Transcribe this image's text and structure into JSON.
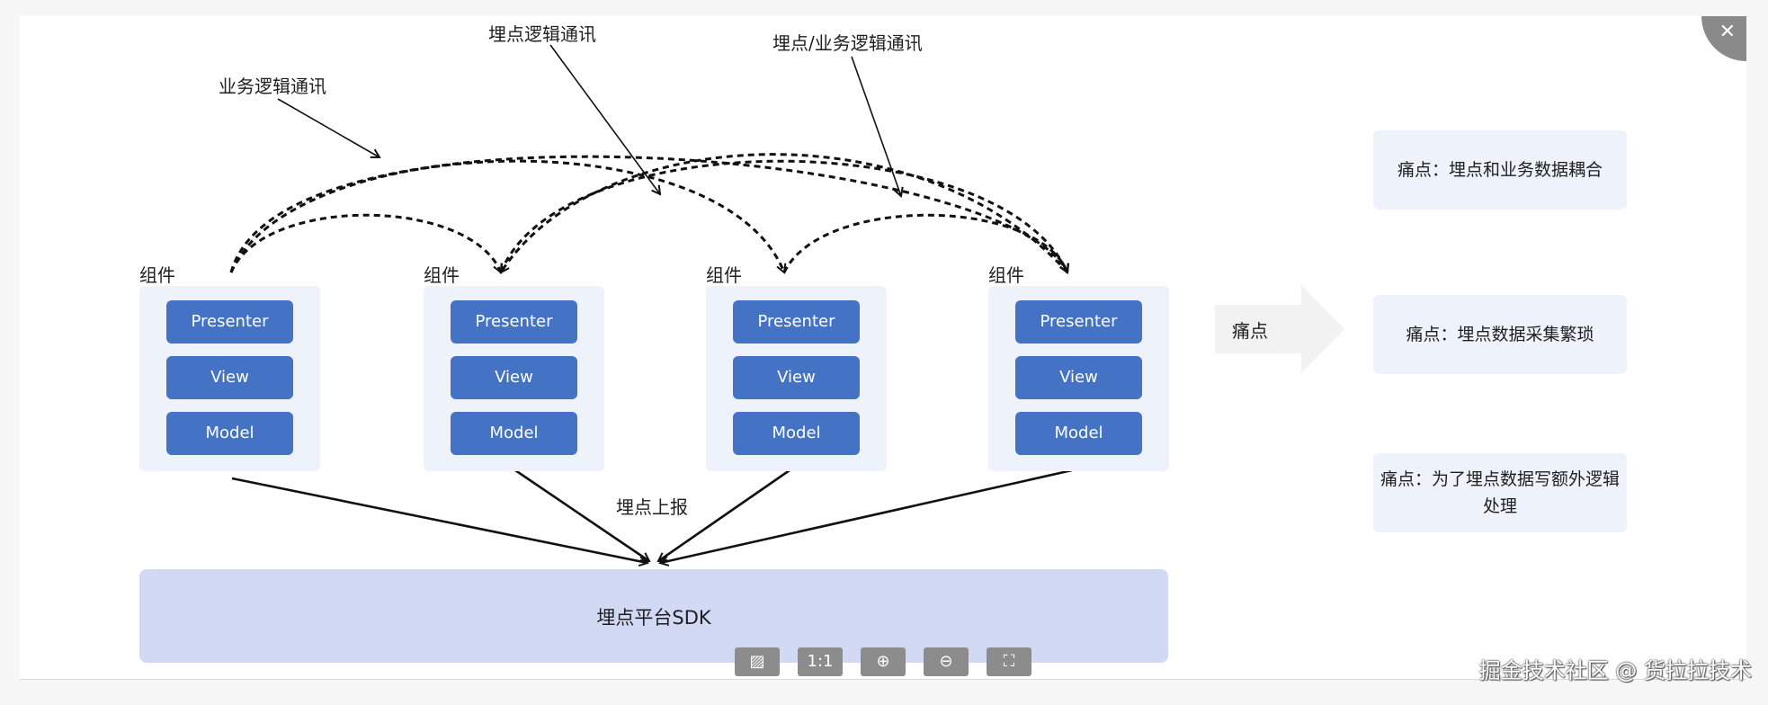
{
  "diagram": {
    "labels": {
      "business_logic_comm": "业务逻辑通讯",
      "tracking_logic_comm": "埋点逻辑通讯",
      "tracking_business_comm": "埋点/业务逻辑通讯",
      "tracking_report": "埋点上报"
    },
    "components": [
      {
        "title": "组件",
        "presenter": "Presenter",
        "view": "View",
        "model": "Model"
      },
      {
        "title": "组件",
        "presenter": "Presenter",
        "view": "View",
        "model": "Model"
      },
      {
        "title": "组件",
        "presenter": "Presenter",
        "view": "View",
        "model": "Model"
      },
      {
        "title": "组件",
        "presenter": "Presenter",
        "view": "View",
        "model": "Model"
      }
    ],
    "sdk": "埋点平台SDK",
    "pain_arrow": "痛点",
    "pain_points": [
      "痛点：埋点和业务数据耦合",
      "痛点：埋点数据采集繁琐",
      "痛点：为了埋点数据写额外逻辑处理"
    ],
    "colors": {
      "mvp_blue": "#4472c4",
      "card_bg": "#eef2fb",
      "sdk_bg": "#d1d9f5"
    }
  },
  "viewer": {
    "close_icon": "close-icon",
    "toolbar": [
      {
        "name": "image-icon",
        "label": "▨"
      },
      {
        "name": "actual-size",
        "label": "1:1"
      },
      {
        "name": "zoom-in-icon",
        "label": "⊕"
      },
      {
        "name": "zoom-out-icon",
        "label": "⊖"
      },
      {
        "name": "fit-screen-icon",
        "label": "⛶"
      }
    ],
    "close_label": "✕",
    "watermark": "掘金技术社区 @ 货拉拉技术"
  }
}
